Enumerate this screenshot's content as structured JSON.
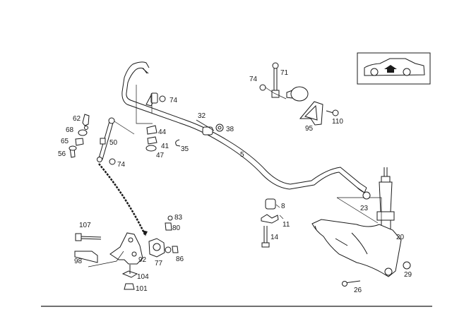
{
  "diagram": {
    "parts": [
      {
        "id": "p74a",
        "label": "74"
      },
      {
        "id": "p74b",
        "label": "74"
      },
      {
        "id": "p74c",
        "label": "74"
      },
      {
        "id": "p71",
        "label": "71"
      },
      {
        "id": "p32",
        "label": "32"
      },
      {
        "id": "p38",
        "label": "38"
      },
      {
        "id": "p62",
        "label": "62"
      },
      {
        "id": "p68",
        "label": "68"
      },
      {
        "id": "p65",
        "label": "65"
      },
      {
        "id": "p56",
        "label": "56"
      },
      {
        "id": "p50",
        "label": "50"
      },
      {
        "id": "p44",
        "label": "44"
      },
      {
        "id": "p41",
        "label": "41"
      },
      {
        "id": "p47",
        "label": "47"
      },
      {
        "id": "p35",
        "label": "35"
      },
      {
        "id": "p5",
        "label": "5"
      },
      {
        "id": "p95",
        "label": "95"
      },
      {
        "id": "p110",
        "label": "110"
      },
      {
        "id": "p8",
        "label": "8"
      },
      {
        "id": "p11",
        "label": "11"
      },
      {
        "id": "p14",
        "label": "14"
      },
      {
        "id": "p23",
        "label": "23"
      },
      {
        "id": "p20",
        "label": "20"
      },
      {
        "id": "p29",
        "label": "29"
      },
      {
        "id": "p26",
        "label": "26"
      },
      {
        "id": "p83",
        "label": "83"
      },
      {
        "id": "p80",
        "label": "80"
      },
      {
        "id": "p107",
        "label": "107"
      },
      {
        "id": "p98",
        "label": "98"
      },
      {
        "id": "p92",
        "label": "92"
      },
      {
        "id": "p77",
        "label": "77"
      },
      {
        "id": "p86",
        "label": "86"
      },
      {
        "id": "p104",
        "label": "104"
      },
      {
        "id": "p101",
        "label": "101"
      }
    ],
    "colors": {
      "line": "#1a1a1a",
      "background": "#ffffff"
    },
    "icons": [
      "vehicle-locator-icon",
      "arrow-up-icon"
    ]
  }
}
